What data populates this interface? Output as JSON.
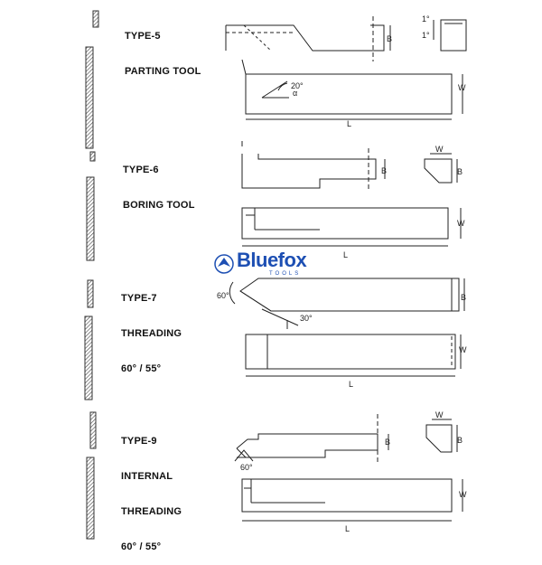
{
  "logo": {
    "word": "Bluefox",
    "tagline": "TOOLS",
    "brand_color": "#1d4fb3"
  },
  "tools": [
    {
      "type": "TYPE-5",
      "name_lines": [
        "PARTING TOOL"
      ],
      "dims": {
        "height": "B",
        "width": "W",
        "length": "L",
        "angle_a": "20°",
        "alpha": "α",
        "ratio_top": "1°",
        "ratio_bottom": "1°"
      }
    },
    {
      "type": "TYPE-6",
      "name_lines": [
        "BORING TOOL"
      ],
      "dims": {
        "height": "B",
        "width": "W",
        "length": "L",
        "end_w": "W",
        "end_b": "B"
      }
    },
    {
      "type": "TYPE-7",
      "name_lines": [
        "THREADING",
        "60° / 55°"
      ],
      "dims": {
        "height": "B",
        "width": "W",
        "length": "L",
        "angle_a": "60°",
        "angle_b": "30°"
      }
    },
    {
      "type": "TYPE-9",
      "name_lines": [
        "INTERNAL",
        "THREADING",
        "60° / 55°"
      ],
      "dims": {
        "height": "B",
        "width": "W",
        "length": "L",
        "angle_a": "60°",
        "end_w": "W",
        "end_b": "B"
      }
    }
  ]
}
